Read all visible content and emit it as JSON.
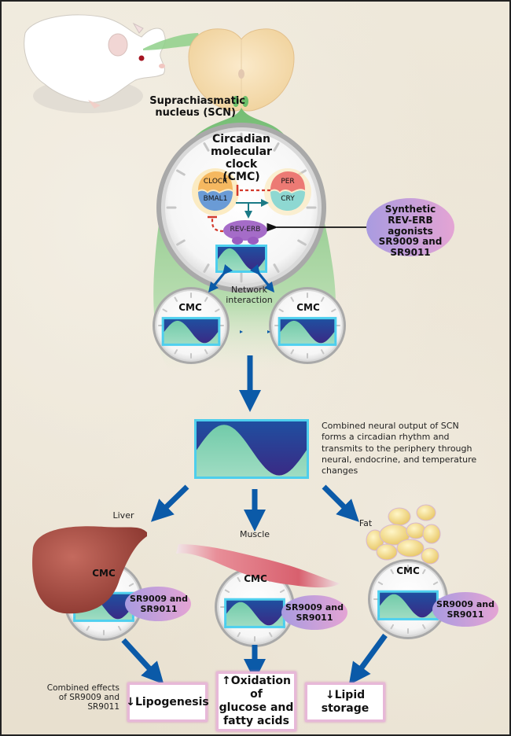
{
  "labels": {
    "scn": "Suprachiasmatic nucleus (SCN)",
    "scn_line1": "Suprachiasmatic",
    "scn_line2": "nucleus (SCN)",
    "cmc_title_line1": "Circadian",
    "cmc_title_line2": "molecular clock",
    "cmc_title_line3": "(CMC)",
    "network_line1": "Network",
    "network_line2": "interaction",
    "cmc_short": "CMC",
    "combined_output": "Combined neural output of SCN forms a circadian rhythm and transmits to the periphery through neural, endocrine, and temperature changes",
    "combined_effects_line1": "Combined effects",
    "combined_effects_line2": "of SR9009 and",
    "combined_effects_line3": "SR9011"
  },
  "proteins": {
    "clock": "CLOCK",
    "bmal1": "BMAL1",
    "per": "PER",
    "cry": "CRY",
    "rev_erb": "REV-ERB"
  },
  "agonist": {
    "line1": "Synthetic",
    "line2": "REV-ERB agonists",
    "line3": "SR9009 and",
    "line4": "SR9011"
  },
  "tissues": [
    {
      "name": "Liver",
      "drug_line1": "SR9009 and",
      "drug_line2": "SR9011",
      "effect": "↓Lipogenesis"
    },
    {
      "name": "Muscle",
      "drug_line1": "SR9009 and",
      "drug_line2": "SR9011",
      "effect_line1": "↑Oxidation of",
      "effect_line2": "glucose and",
      "effect_line3": "fatty acids"
    },
    {
      "name": "Fat",
      "drug_line1": "SR9009 and",
      "drug_line2": "SR9011",
      "effect": "↓Lipid storage"
    }
  ],
  "colors": {
    "background": "#ece5d6",
    "green_region": "#7dc47e",
    "arrow_blue": "#0b5aa8",
    "inhibition_red": "#d33a2c",
    "activation_teal": "#1a7a86",
    "wave_dark": "#352e8a",
    "wave_light": "#7ecdb0",
    "frame_cyan": "#27c4e8",
    "pill_purple": "#b99ad8",
    "pill_pink": "#e3a8d6",
    "box_border": "#e7b8d8"
  }
}
